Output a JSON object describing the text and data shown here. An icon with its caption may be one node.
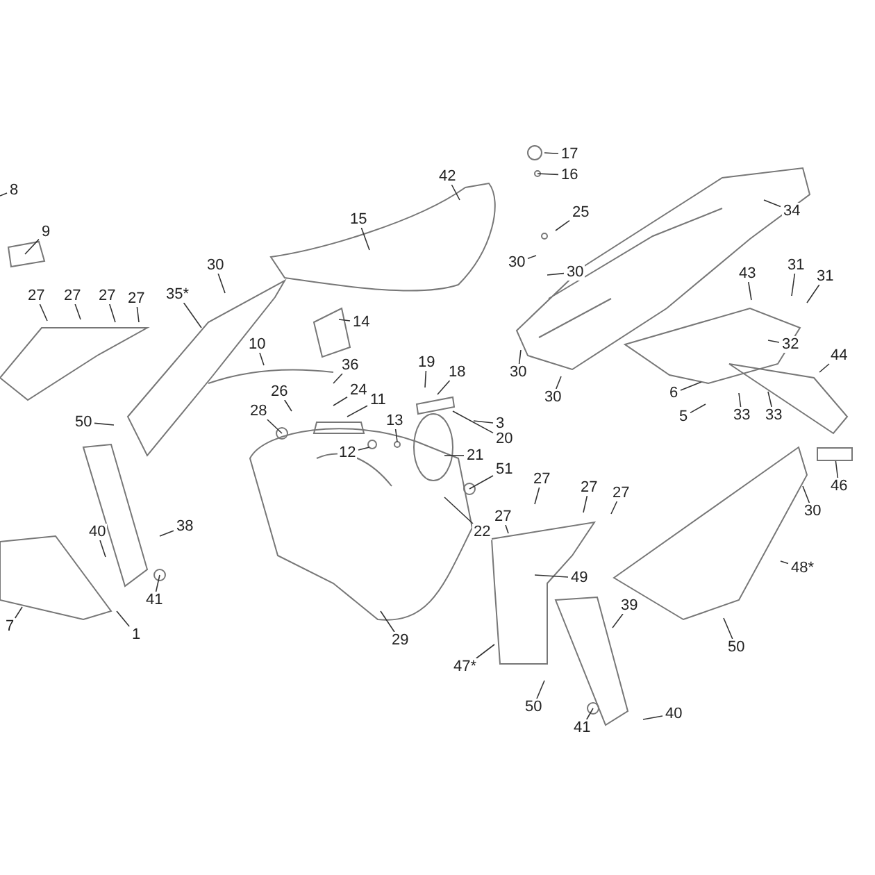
{
  "diagram": {
    "nodes": [
      {
        "text": [
          "8"
        ]
      },
      {
        "text": [
          "9"
        ]
      },
      {
        "text": [
          "27"
        ]
      },
      {
        "text": [
          "27"
        ]
      },
      {
        "text": [
          "27"
        ]
      },
      {
        "text": [
          "27"
        ]
      },
      {
        "text": [
          "35*"
        ]
      },
      {
        "text": [
          "30"
        ]
      },
      {
        "text": [
          "10"
        ]
      },
      {
        "text": [
          "14"
        ]
      },
      {
        "text": [
          "15"
        ]
      },
      {
        "text": [
          "42"
        ]
      },
      {
        "text": [
          "17"
        ]
      },
      {
        "text": [
          "16"
        ]
      },
      {
        "text": [
          "25"
        ]
      },
      {
        "text": [
          "34"
        ]
      },
      {
        "text": [
          "30"
        ]
      },
      {
        "text": [
          "30"
        ]
      },
      {
        "text": [
          "30"
        ]
      },
      {
        "text": [
          "30"
        ]
      },
      {
        "text": [
          "43"
        ]
      },
      {
        "text": [
          "31"
        ]
      },
      {
        "text": [
          "31"
        ]
      },
      {
        "text": [
          "32"
        ]
      },
      {
        "text": [
          "44"
        ]
      },
      {
        "text": [
          "6"
        ]
      },
      {
        "text": [
          "5"
        ]
      },
      {
        "text": [
          "33"
        ]
      },
      {
        "text": [
          "33"
        ]
      },
      {
        "text": [
          "46"
        ]
      },
      {
        "text": [
          "30"
        ]
      },
      {
        "text": [
          "36"
        ]
      },
      {
        "text": [
          "24"
        ]
      },
      {
        "text": [
          "26"
        ]
      },
      {
        "text": [
          "28"
        ]
      },
      {
        "text": [
          "11"
        ]
      },
      {
        "text": [
          "12"
        ]
      },
      {
        "text": [
          "13"
        ]
      },
      {
        "text": [
          "19"
        ]
      },
      {
        "text": [
          "18"
        ]
      },
      {
        "text": [
          "3"
        ]
      },
      {
        "text": [
          "20"
        ]
      },
      {
        "text": [
          "21"
        ]
      },
      {
        "text": [
          "22"
        ]
      },
      {
        "text": [
          "51"
        ]
      },
      {
        "text": [
          "27"
        ]
      },
      {
        "text": [
          "27"
        ]
      },
      {
        "text": [
          "27"
        ]
      },
      {
        "text": [
          "27"
        ]
      },
      {
        "text": [
          "50"
        ]
      },
      {
        "text": [
          "40"
        ]
      },
      {
        "text": [
          "38"
        ]
      },
      {
        "text": [
          "41"
        ]
      },
      {
        "text": [
          "1"
        ]
      },
      {
        "text": [
          "7"
        ]
      },
      {
        "text": [
          "29"
        ]
      },
      {
        "text": [
          "49"
        ]
      },
      {
        "text": [
          "39"
        ]
      },
      {
        "text": [
          "47*"
        ]
      },
      {
        "text": [
          "50"
        ]
      },
      {
        "text": [
          "41"
        ]
      },
      {
        "text": [
          "40"
        ]
      },
      {
        "text": [
          "48*"
        ]
      },
      {
        "text": [
          "50"
        ]
      },
      {
        "text": [],
        "shape": "box"
      }
    ],
    "edges": [
      {
        "from": 0,
        "to": null,
        "arrow": "none"
      },
      {
        "from": 1,
        "to": null,
        "arrow": "none"
      },
      {
        "from": 2,
        "to": null,
        "arrow": "none"
      },
      {
        "from": 3,
        "to": null,
        "arrow": "none"
      },
      {
        "from": 4,
        "to": null,
        "arrow": "none"
      },
      {
        "from": 5,
        "to": null,
        "arrow": "none"
      },
      {
        "from": 6,
        "to": null,
        "arrow": "none"
      },
      {
        "from": 7,
        "to": null,
        "arrow": "none"
      },
      {
        "from": 8,
        "to": null,
        "arrow": "none"
      },
      {
        "from": 9,
        "to": null,
        "arrow": "none"
      },
      {
        "from": 10,
        "to": null,
        "arrow": "none"
      },
      {
        "from": 11,
        "to": null,
        "arrow": "none"
      },
      {
        "from": 12,
        "to": null,
        "arrow": "none"
      },
      {
        "from": 13,
        "to": null,
        "arrow": "none"
      },
      {
        "from": 14,
        "to": null,
        "arrow": "none"
      },
      {
        "from": 15,
        "to": null,
        "arrow": "none"
      },
      {
        "from": 16,
        "to": null,
        "arrow": "none"
      },
      {
        "from": 17,
        "to": null,
        "arrow": "none"
      },
      {
        "from": 18,
        "to": null,
        "arrow": "none"
      },
      {
        "from": 19,
        "to": null,
        "arrow": "none"
      },
      {
        "from": 20,
        "to": null,
        "arrow": "none"
      },
      {
        "from": 21,
        "to": null,
        "arrow": "none"
      },
      {
        "from": 22,
        "to": null,
        "arrow": "none"
      },
      {
        "from": 23,
        "to": null,
        "arrow": "none"
      },
      {
        "from": 24,
        "to": null,
        "arrow": "none"
      },
      {
        "from": 25,
        "to": null,
        "arrow": "none"
      },
      {
        "from": 26,
        "to": null,
        "arrow": "none"
      },
      {
        "from": 27,
        "to": null,
        "arrow": "none"
      },
      {
        "from": 28,
        "to": null,
        "arrow": "none"
      },
      {
        "from": 29,
        "to": 64,
        "arrow": "none"
      },
      {
        "from": 30,
        "to": null,
        "arrow": "none"
      },
      {
        "from": 31,
        "to": null,
        "arrow": "none"
      },
      {
        "from": 32,
        "to": null,
        "arrow": "none"
      },
      {
        "from": 33,
        "to": null,
        "arrow": "none"
      },
      {
        "from": 34,
        "to": null,
        "arrow": "none"
      },
      {
        "from": 35,
        "to": null,
        "arrow": "none"
      },
      {
        "from": 36,
        "to": null,
        "arrow": "none"
      },
      {
        "from": 37,
        "to": null,
        "arrow": "none"
      },
      {
        "from": 38,
        "to": null,
        "arrow": "none"
      },
      {
        "from": 39,
        "to": null,
        "arrow": "none"
      },
      {
        "from": 40,
        "to": null,
        "arrow": "none"
      },
      {
        "from": 41,
        "to": null,
        "arrow": "none"
      },
      {
        "from": 42,
        "to": null,
        "arrow": "none"
      },
      {
        "from": 43,
        "to": null,
        "arrow": "none"
      },
      {
        "from": 44,
        "to": null,
        "arrow": "none"
      },
      {
        "from": 45,
        "to": null,
        "arrow": "none"
      },
      {
        "from": 46,
        "to": null,
        "arrow": "none"
      },
      {
        "from": 47,
        "to": null,
        "arrow": "none"
      },
      {
        "from": 48,
        "to": null,
        "arrow": "none"
      },
      {
        "from": 49,
        "to": null,
        "arrow": "none"
      },
      {
        "from": 50,
        "to": null,
        "arrow": "none"
      },
      {
        "from": 51,
        "to": null,
        "arrow": "none"
      },
      {
        "from": 52,
        "to": null,
        "arrow": "none"
      },
      {
        "from": 53,
        "to": null,
        "arrow": "none"
      },
      {
        "from": 54,
        "to": null,
        "arrow": "none"
      },
      {
        "from": 55,
        "to": null,
        "arrow": "none"
      },
      {
        "from": 56,
        "to": null,
        "arrow": "none"
      },
      {
        "from": 57,
        "to": null,
        "arrow": "none"
      },
      {
        "from": 58,
        "to": null,
        "arrow": "none"
      },
      {
        "from": 59,
        "to": null,
        "arrow": "none"
      },
      {
        "from": 60,
        "to": null,
        "arrow": "none"
      },
      {
        "from": 61,
        "to": null,
        "arrow": "none"
      },
      {
        "from": 62,
        "to": null,
        "arrow": "none"
      },
      {
        "from": 63,
        "to": null,
        "arrow": "none"
      }
    ]
  }
}
